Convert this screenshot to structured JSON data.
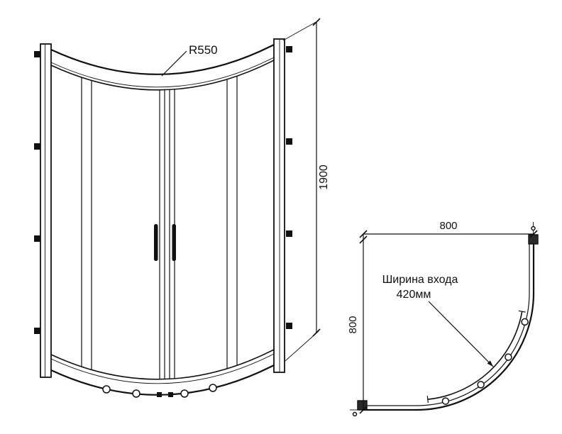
{
  "page": {
    "background": "#ffffff",
    "line_color": "#111111"
  },
  "front_view": {
    "radius_label": "R550",
    "height_label": "1900"
  },
  "plan_view": {
    "width_label": "800",
    "depth_label": "800",
    "entry_label_line1": "Ширина входа",
    "entry_label_line2": "420мм"
  }
}
